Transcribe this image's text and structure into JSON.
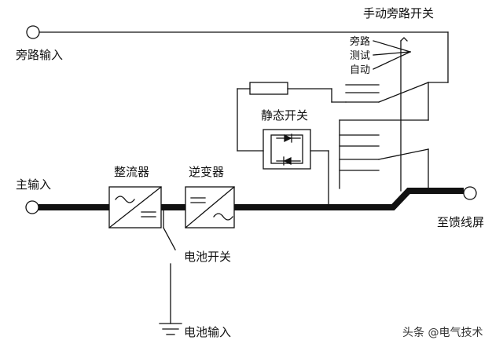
{
  "labels": {
    "manual_bypass_switch": "手动旁路开关",
    "bypass_input": "旁路输入",
    "switch_pos_bypass": "旁路",
    "switch_pos_test": "测试",
    "switch_pos_auto": "自动",
    "static_switch": "静态开关",
    "rectifier": "整流器",
    "inverter": "逆变器",
    "main_input": "主输入",
    "to_feeder_panel": "至馈线屏",
    "battery_switch": "电池开关",
    "battery_input": "电池输入"
  },
  "watermark": "头条 @电气技术",
  "colors": {
    "line": "#111111",
    "background": "#ffffff"
  }
}
